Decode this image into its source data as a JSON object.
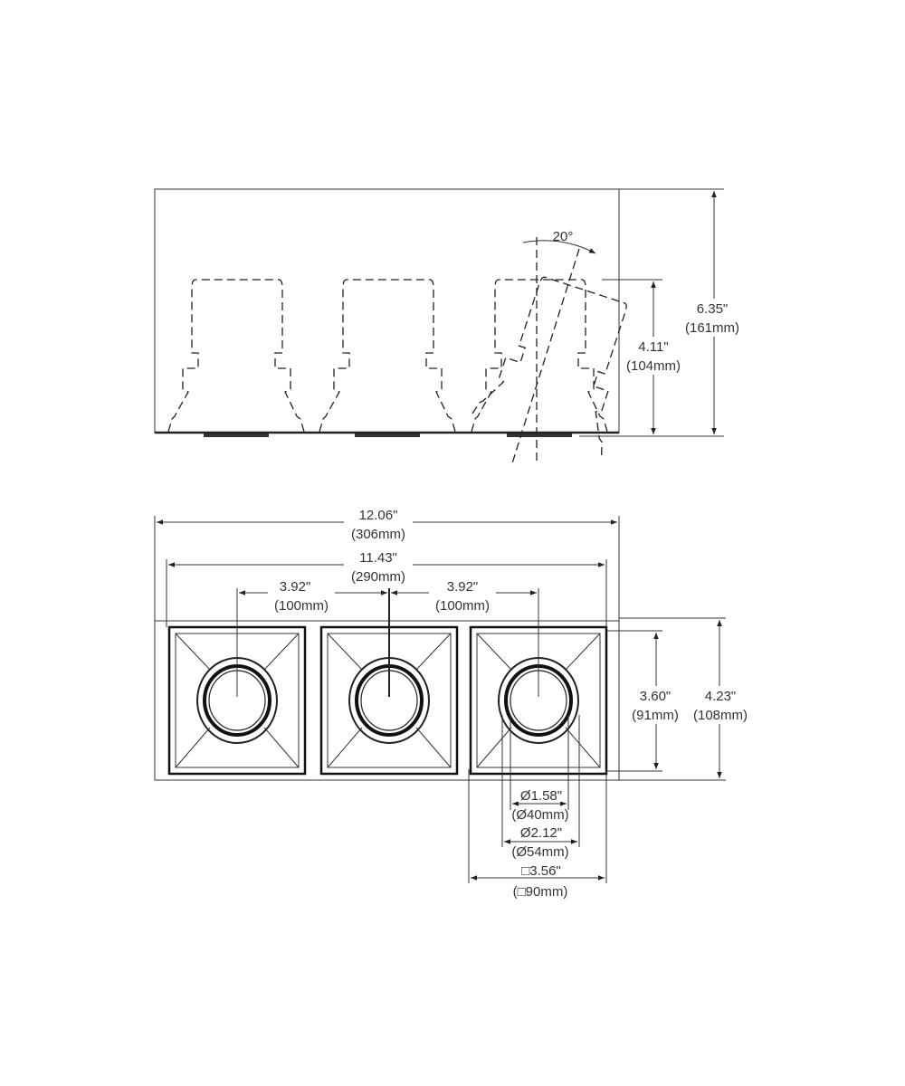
{
  "side_view": {
    "tilt_angle": "20°",
    "overall_height_in": "6.35\"",
    "overall_height_mm": "(161mm)",
    "fixture_height_in": "4.11\"",
    "fixture_height_mm": "(104mm)"
  },
  "top_view": {
    "overall_length_in": "12.06\"",
    "overall_length_mm": "(306mm)",
    "inner_length_in": "11.43\"",
    "inner_length_mm": "(290mm)",
    "spacing_left_in": "3.92\"",
    "spacing_left_mm": "(100mm)",
    "spacing_right_in": "3.92\"",
    "spacing_right_mm": "(100mm)",
    "inner_width_in": "3.60\"",
    "inner_width_mm": "(91mm)",
    "overall_width_in": "4.23\"",
    "overall_width_mm": "(108mm)",
    "aperture_in": "Ø1.58\"",
    "aperture_mm": "(Ø40mm)",
    "trim_ring_in": "Ø2.12\"",
    "trim_ring_mm": "(Ø54mm)",
    "cell_square_in": "□3.56\"",
    "cell_square_mm": "(□90mm)"
  }
}
